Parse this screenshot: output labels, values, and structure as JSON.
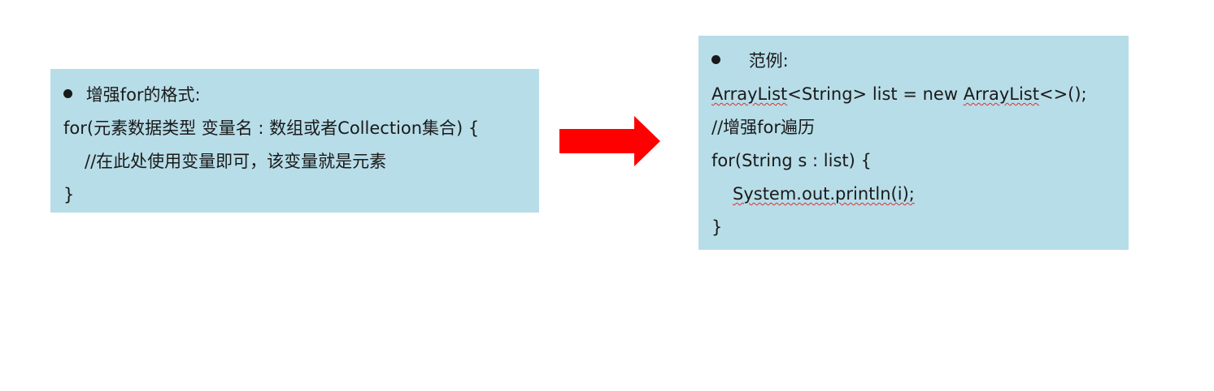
{
  "colors": {
    "box_bg": "#b7dde8",
    "arrow": "#ff0000",
    "spell_underline": "#e03030",
    "text": "#1a1a1a"
  },
  "left_box": {
    "heading": "增强for的格式:",
    "lines": [
      "for(元素数据类型 变量名 : 数组或者Collection集合) {",
      "    //在此处使用变量即可，该变量就是元素",
      "}"
    ]
  },
  "right_box": {
    "heading": "范例:",
    "line1": {
      "w1": "ArrayList",
      "mid": "<String> list = new ",
      "w2": "ArrayList",
      "end": "<>();"
    },
    "line2": "//增强for遍历",
    "line3": "for(String s : list) {",
    "line4": {
      "indent": "    ",
      "code": "System.out.println(i);"
    },
    "line5": "}"
  },
  "arrow_icon": "right-arrow-icon"
}
